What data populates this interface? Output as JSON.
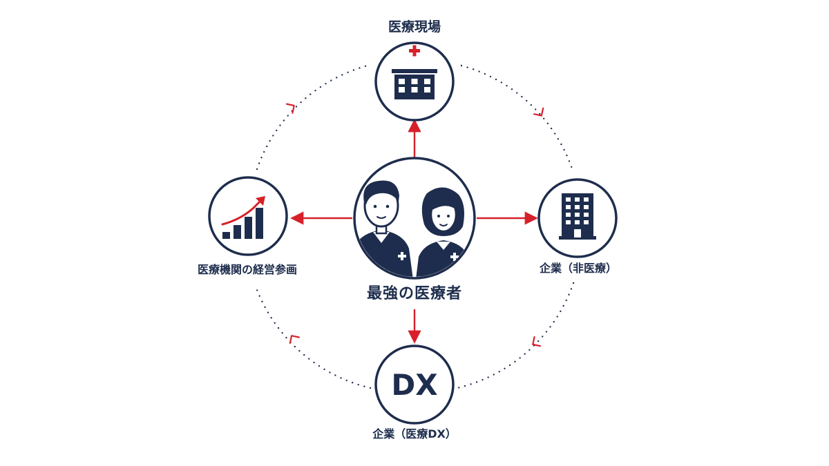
{
  "nodes": {
    "top": {
      "label": "医療現場",
      "icon": "hospital-icon"
    },
    "right": {
      "label": "企業（非医療）",
      "icon": "office-building-icon"
    },
    "bottom": {
      "label": "企業（医療DX）",
      "icon": "dx-icon",
      "icon_text": "DX"
    },
    "left": {
      "label": "医療機関の経営参画",
      "icon": "growth-chart-icon"
    },
    "center": {
      "label": "最強の医療者",
      "icon": "medical-staff-icon"
    }
  },
  "colors": {
    "navy": "#1e2d4d",
    "red": "#d7202a",
    "white": "#ffffff"
  }
}
